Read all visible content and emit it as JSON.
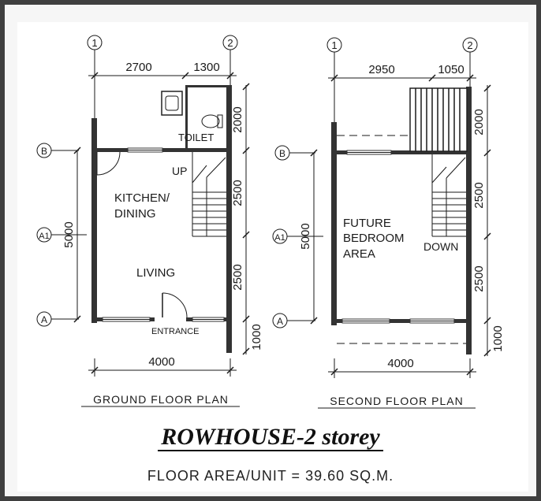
{
  "ground": {
    "grid_1": "1",
    "grid_2": "2",
    "grid_B": "B",
    "grid_A1": "A1",
    "grid_A": "A",
    "dim_top_left": "2700",
    "dim_top_right": "1300",
    "dim_right_1": "2000",
    "dim_right_2": "2500",
    "dim_right_3": "2500",
    "dim_right_4": "1000",
    "dim_left": "5000",
    "dim_bottom": "4000",
    "room_toilet": "TOILET",
    "room_up": "UP",
    "room_kitchen_1": "KITCHEN/",
    "room_kitchen_2": "DINING",
    "room_living": "LIVING",
    "room_entrance": "ENTRANCE",
    "caption": "GROUND FLOOR PLAN"
  },
  "second": {
    "grid_1": "1",
    "grid_2": "2",
    "grid_B": "B",
    "grid_A1": "A1",
    "grid_A": "A",
    "dim_top_left": "2950",
    "dim_top_right": "1050",
    "dim_right_1": "2000",
    "dim_right_2": "2500",
    "dim_right_3": "2500",
    "dim_right_4": "1000",
    "dim_left": "5000",
    "dim_bottom": "4000",
    "room_future_1": "FUTURE",
    "room_future_2": "BEDROOM",
    "room_future_3": "AREA",
    "room_down": "DOWN",
    "caption": "SECOND FLOOR PLAN"
  },
  "title": "ROWHOUSE-2 storey",
  "floor_area": "FLOOR AREA/UNIT  =  39.60 SQ.M."
}
